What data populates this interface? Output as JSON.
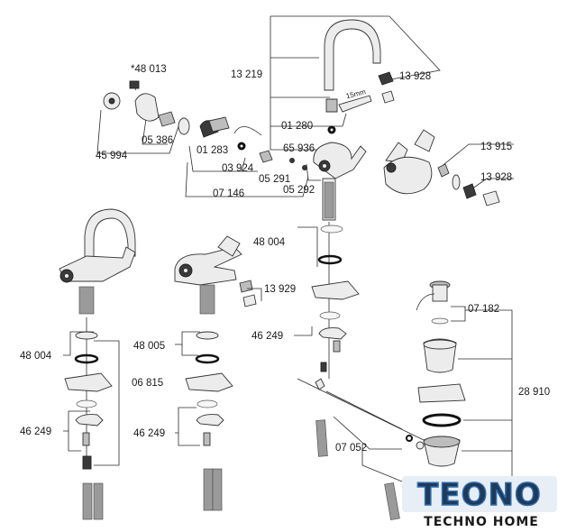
{
  "labels": {
    "p48013": "*48 013",
    "p45994": "45 994",
    "p05386": "05 386",
    "p01283": "01 283",
    "p03924": "03 924",
    "p07146": "07 146",
    "p05291": "05 291",
    "p05292": "05 292",
    "p65936": "65 936",
    "p13219": "13 219",
    "p01280": "01 280",
    "p13928a": "13 928",
    "p13915": "13 915",
    "p13928b": "13 928",
    "p48004a": "48 004",
    "p13929": "13 929",
    "p46249a": "46 249",
    "p07182": "07 182",
    "p28910": "28 910",
    "p48004b": "48 004",
    "p48005": "48 005",
    "p06815": "06 815",
    "p46249b": "46 249",
    "p46249c": "46 249",
    "p07052": "07 052",
    "dim15": "15mm"
  },
  "logo": {
    "name": "TEONO",
    "tagline": "TECHNO HOME",
    "color_main": "#1f3a5a",
    "color_accent": "#2f6fb0"
  }
}
